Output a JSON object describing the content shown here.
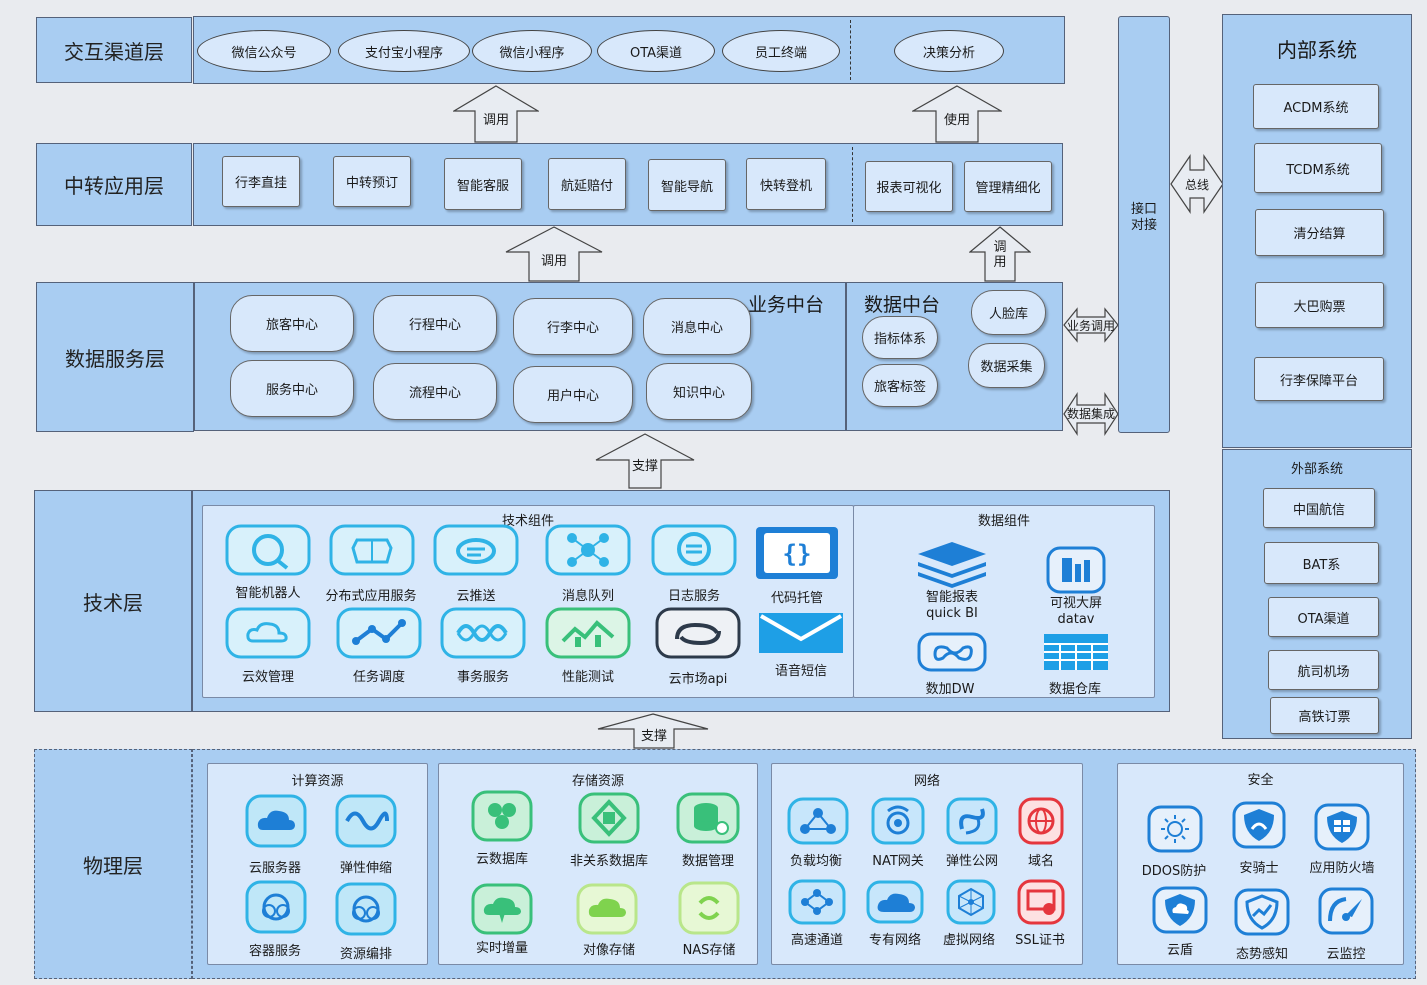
{
  "layers": {
    "interaction": "交互渠道层",
    "transfer": "中转应用层",
    "data_service": "数据服务层",
    "tech": "技术层",
    "physical": "物理层"
  },
  "interaction_channels": [
    "微信公众号",
    "支付宝小程序",
    "微信小程序",
    "OTA渠道",
    "员工终端"
  ],
  "decision": "决策分析",
  "transfer_apps": [
    "行李直挂",
    "中转预订",
    "智能客服",
    "航延赔付",
    "智能导航",
    "快转登机"
  ],
  "transfer_apps_right": [
    "报表可视化",
    "管理精细化"
  ],
  "arrows": {
    "call1": "调用",
    "use": "使用",
    "call2": "调用",
    "call3": "调\n用",
    "support1": "支撑",
    "support2": "支撑",
    "bus": "总线",
    "business_call": "业务调用",
    "data_integration": "数据集成"
  },
  "business_center": {
    "title": "业务中台",
    "items": [
      "旅客中心",
      "行程中心",
      "行李中心",
      "消息中心",
      "服务中心",
      "流程中心",
      "用户中心",
      "知识中心"
    ]
  },
  "data_center": {
    "title": "数据中台",
    "items": [
      "指标体系",
      "人脸库",
      "旅客标签",
      "数据采集"
    ]
  },
  "interface": "接口\n对接",
  "internal": {
    "title": "内部系统",
    "items": [
      "ACDM系统",
      "TCDM系统",
      "清分结算",
      "大巴购票",
      "行李保障平台"
    ]
  },
  "external": {
    "title": "外部系统",
    "items": [
      "中国航信",
      "BAT系",
      "OTA渠道",
      "航司机场",
      "高铁订票"
    ]
  },
  "tech_components": {
    "title": "技术组件",
    "items": [
      {
        "label": "智能机器人",
        "icon": "robot-icon"
      },
      {
        "label": "分布式应用服务",
        "icon": "distributed-app-icon"
      },
      {
        "label": "云推送",
        "icon": "cloud-push-icon"
      },
      {
        "label": "消息队列",
        "icon": "message-queue-icon"
      },
      {
        "label": "日志服务",
        "icon": "log-service-icon"
      },
      {
        "label": "代码托管",
        "icon": "code-hosting-icon"
      },
      {
        "label": "云效管理",
        "icon": "cloud-effect-icon"
      },
      {
        "label": "任务调度",
        "icon": "task-schedule-icon"
      },
      {
        "label": "事务服务",
        "icon": "transaction-icon"
      },
      {
        "label": "性能测试",
        "icon": "perf-test-icon"
      },
      {
        "label": "云市场api",
        "icon": "cloud-market-icon"
      },
      {
        "label": "语音短信",
        "icon": "voice-sms-icon"
      }
    ]
  },
  "data_components": {
    "title": "数据组件",
    "items": [
      {
        "label": "智能报表\nquick BI",
        "icon": "quick-bi-icon"
      },
      {
        "label": "可视大屏\ndatav",
        "icon": "datav-icon"
      },
      {
        "label": "数加DW",
        "icon": "dataworks-icon"
      },
      {
        "label": "数据仓库",
        "icon": "data-warehouse-icon"
      }
    ]
  },
  "physical_groups": {
    "compute": {
      "title": "计算资源",
      "items": [
        {
          "label": "云服务器",
          "icon": "cloud-server-icon"
        },
        {
          "label": "弹性伸缩",
          "icon": "autoscale-icon"
        },
        {
          "label": "容器服务",
          "icon": "container-icon"
        },
        {
          "label": "资源编排",
          "icon": "orchestration-icon"
        }
      ]
    },
    "storage": {
      "title": "存储资源",
      "items": [
        {
          "label": "云数据库",
          "icon": "cloud-db-icon"
        },
        {
          "label": "非关系数据库",
          "icon": "nosql-icon"
        },
        {
          "label": "数据管理",
          "icon": "data-mgmt-icon"
        },
        {
          "label": "实时增量",
          "icon": "realtime-icon"
        },
        {
          "label": "对像存储",
          "icon": "object-storage-icon"
        },
        {
          "label": "NAS存储",
          "icon": "nas-icon"
        }
      ]
    },
    "network": {
      "title": "网络",
      "items": [
        {
          "label": "负载均衡",
          "icon": "load-balance-icon"
        },
        {
          "label": "NAT网关",
          "icon": "nat-gateway-icon"
        },
        {
          "label": "弹性公网",
          "icon": "eip-icon"
        },
        {
          "label": "域名",
          "icon": "domain-icon"
        },
        {
          "label": "高速通道",
          "icon": "express-connect-icon"
        },
        {
          "label": "专有网络",
          "icon": "vpc-icon"
        },
        {
          "label": "虚拟网络",
          "icon": "virtual-net-icon"
        },
        {
          "label": "SSL证书",
          "icon": "ssl-icon"
        }
      ]
    },
    "security": {
      "title": "安全",
      "items": [
        {
          "label": "DDOS防护",
          "icon": "ddos-icon"
        },
        {
          "label": "安骑士",
          "icon": "aegis-icon"
        },
        {
          "label": "应用防火墙",
          "icon": "waf-icon"
        },
        {
          "label": "云盾",
          "icon": "cloud-shield-icon"
        },
        {
          "label": "态势感知",
          "icon": "situation-icon"
        },
        {
          "label": "云监控",
          "icon": "cloud-monitor-icon"
        }
      ]
    }
  },
  "colors": {
    "layer_fill": "#a9cdf2",
    "inner_fill": "#d8e8fb",
    "icon_cyan": "#2fb3e6",
    "icon_green": "#39c07a",
    "icon_dark": "#2d3a4a",
    "icon_red": "#e5363d",
    "icon_blue": "#1e7fd6"
  }
}
